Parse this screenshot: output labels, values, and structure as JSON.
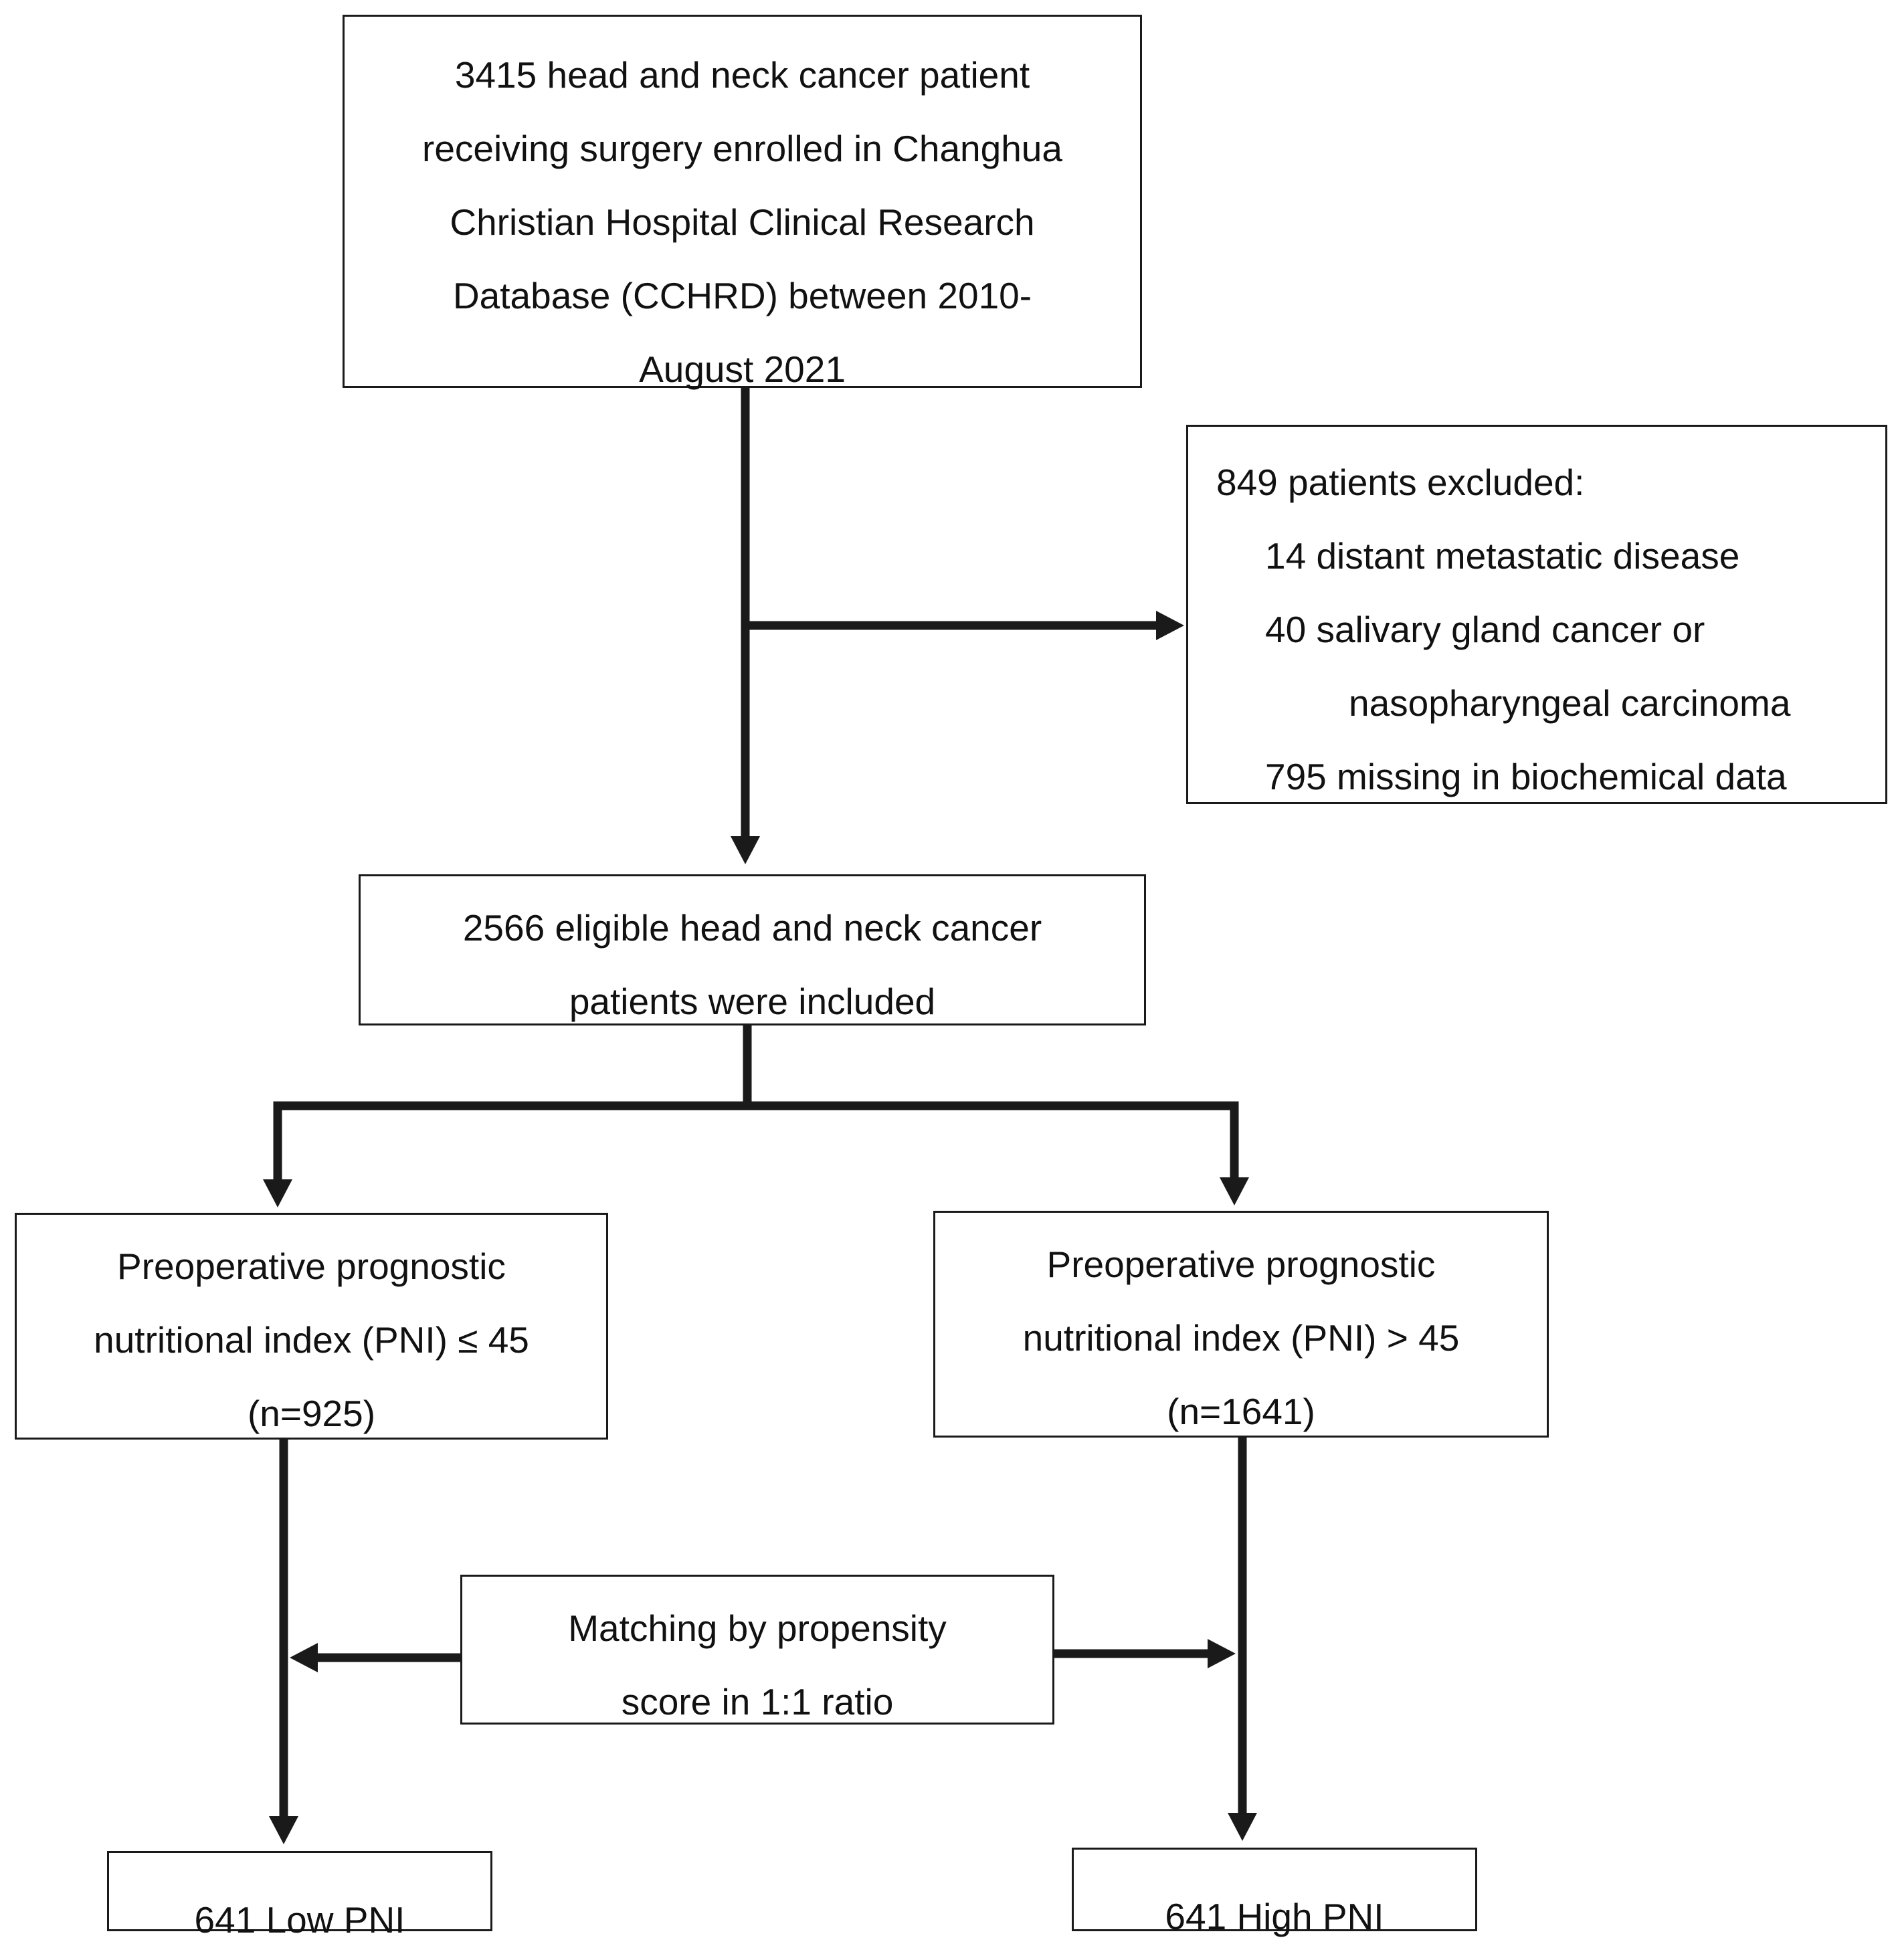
{
  "flowchart": {
    "start": {
      "lines": [
        "3415 head and neck cancer patient",
        "receiving surgery enrolled in Changhua",
        "Christian Hospital Clinical Research",
        "Database (CCHRD) between 2010-",
        "August 2021"
      ]
    },
    "excluded": {
      "heading": "849 patients excluded:",
      "items": [
        "14 distant metastatic disease",
        "40 salivary gland cancer or",
        "nasopharyngeal carcinoma",
        "795 missing in biochemical data"
      ]
    },
    "eligible": {
      "lines": [
        "2566 eligible head and neck cancer",
        "patients were included"
      ]
    },
    "low_pni": {
      "lines": [
        "Preoperative prognostic",
        "nutritional index (PNI) ≤ 45",
        "(n=925)"
      ]
    },
    "high_pni": {
      "lines": [
        "Preoperative prognostic",
        "nutritional index (PNI) > 45",
        "(n=1641)"
      ]
    },
    "matching": {
      "lines": [
        "Matching by propensity",
        "score in 1:1 ratio"
      ]
    },
    "low_result": "641 Low PNI",
    "high_result": "641 High PNI"
  },
  "colors": {
    "stroke": "#1a1a1a",
    "background": "#ffffff"
  }
}
